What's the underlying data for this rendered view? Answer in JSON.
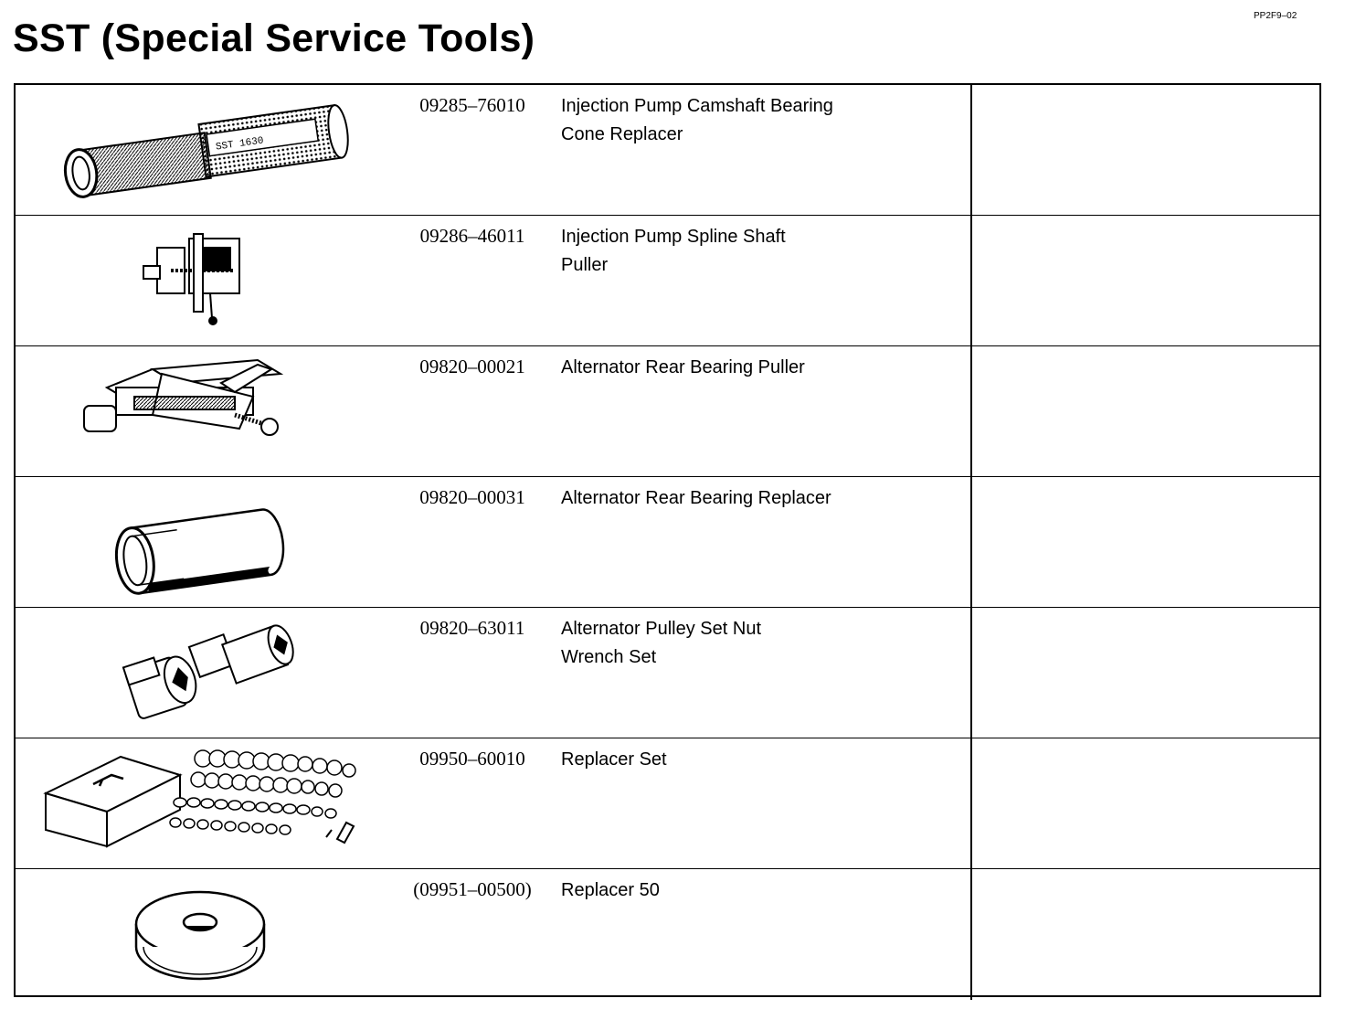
{
  "document": {
    "code": "PP2F9–02",
    "title": "SST (Special Service Tools)"
  },
  "tools": [
    {
      "part_no": "09285–76010",
      "name_lines": [
        "Injection Pump Camshaft Bearing",
        "Cone Replacer"
      ],
      "icon": "bearing-cone-replacer-icon",
      "stamp": "SST 1630"
    },
    {
      "part_no": "09286–46011",
      "name_lines": [
        "Injection Pump Spline Shaft",
        "Puller"
      ],
      "icon": "spline-shaft-puller-icon"
    },
    {
      "part_no": "09820–00021",
      "name_lines": [
        "Alternator Rear Bearing Puller",
        ""
      ],
      "icon": "bearing-puller-icon"
    },
    {
      "part_no": "09820–00031",
      "name_lines": [
        "Alternator Rear Bearing Replacer",
        ""
      ],
      "icon": "bearing-replacer-icon"
    },
    {
      "part_no": "09820–63011",
      "name_lines": [
        "Alternator Pulley Set Nut",
        "Wrench Set"
      ],
      "icon": "nut-wrench-set-icon"
    },
    {
      "part_no": "09950–60010",
      "name_lines": [
        "Replacer Set",
        ""
      ],
      "icon": "replacer-set-icon"
    },
    {
      "part_no": "(09951–00500)",
      "name_lines": [
        "Replacer 50",
        ""
      ],
      "icon": "replacer-disc-icon"
    }
  ]
}
